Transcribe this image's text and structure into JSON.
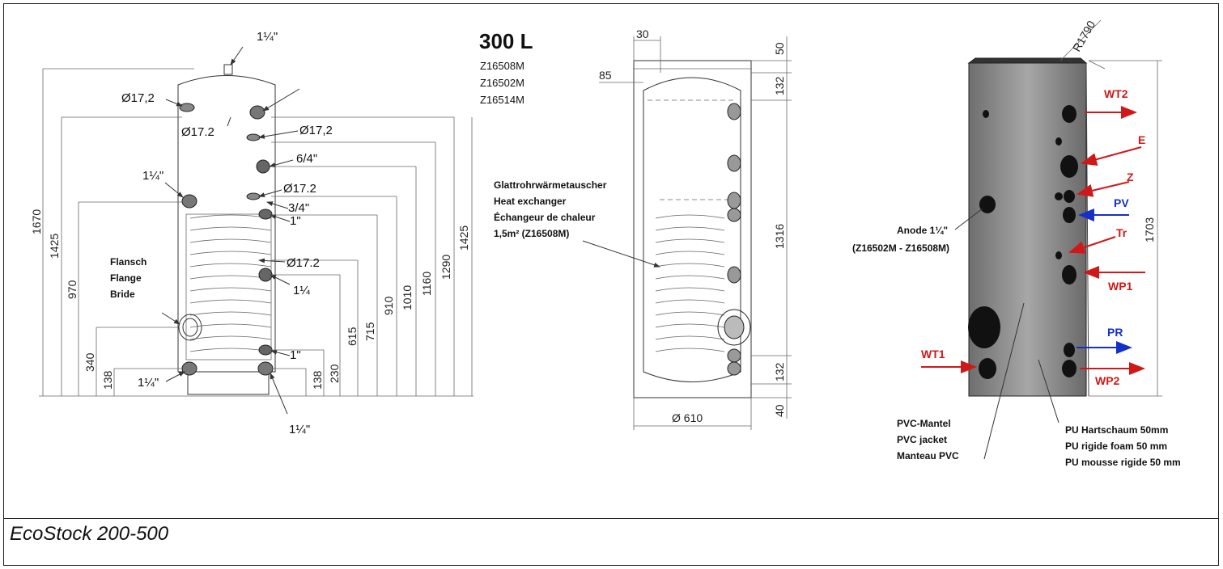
{
  "caption": "EcoStock 200-500",
  "title": "300 L",
  "models": [
    "Z16508M",
    "Z16502M",
    "Z16514M"
  ],
  "left_view": {
    "top_fitting": "1¼\"",
    "diam_left": "Ø17,2",
    "diam_center": "Ø17.2",
    "diam_right1": "Ø17,2",
    "fit_64": "6/4\"",
    "fit_114_left": "1¼\"",
    "diam_right2": "Ø17.2",
    "fit_34": "3/4\"",
    "fit_1_upper": "1\"",
    "diam_right3": "Ø17.2",
    "fit_114_mid": "1¼",
    "flange": [
      "Flansch",
      "Flange",
      "Bride"
    ],
    "fit_1_lower": "1\"",
    "fit_114_bottom_left": "1¼\"",
    "fit_114_bottom_right": "1¼\"",
    "dims_left": [
      "1670",
      "1425",
      "970",
      "340",
      "138"
    ],
    "dims_right": [
      "138",
      "230",
      "615",
      "715",
      "910",
      "1010",
      "1160",
      "1290",
      "1425"
    ]
  },
  "mid_view": {
    "exchanger": [
      "Glattrohrwärmetauscher",
      "Heat exchanger",
      "Échangeur de chaleur",
      "1,5m²    (Z16508M)"
    ],
    "dims_top": [
      "30",
      "85"
    ],
    "dims_right": [
      "50",
      "132",
      "1316",
      "132",
      "40"
    ],
    "diameter": "Ø 610"
  },
  "right_view": {
    "radius": "R1790",
    "height": "1703",
    "anode": [
      "Anode 1¼\"",
      "(Z16502M - Z16508M)"
    ],
    "ports_red": [
      "WT2",
      "E",
      "Z",
      "Tr",
      "WP1",
      "WT1",
      "WP2"
    ],
    "ports_blue": [
      "PV",
      "PR"
    ],
    "jacket": [
      "PVC-Mantel",
      "PVC jacket",
      "Manteau PVC"
    ],
    "foam": [
      "PU Hartschaum 50mm",
      "PU rigide foam 50 mm",
      "PU mousse rigide 50 mm"
    ],
    "colors": {
      "red": "#d01818",
      "blue": "#1530c8",
      "body": "#8a8a8a"
    }
  }
}
